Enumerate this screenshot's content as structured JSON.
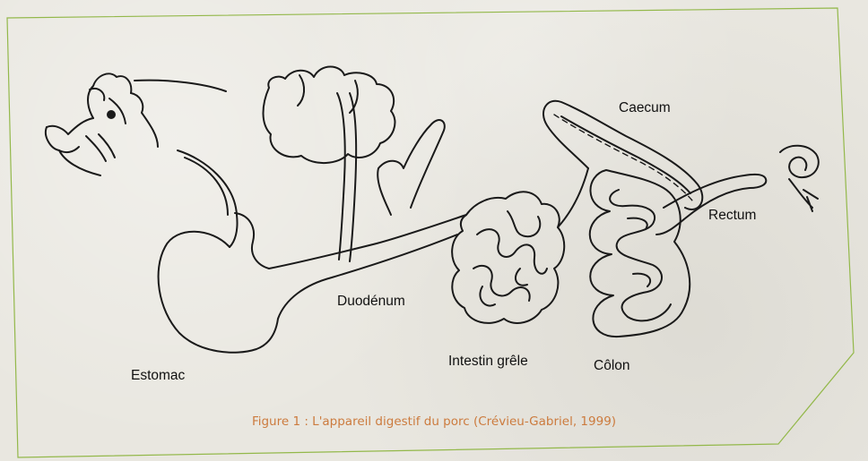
{
  "labels": {
    "caecum": "Caecum",
    "rectum": "Rectum",
    "duodenum": "Duodénum",
    "estomac": "Estomac",
    "intestin_grele": "Intestin grêle",
    "colon": "Côlon"
  },
  "caption": "Figure 1 : L'appareil digestif du porc (Crévieu-Gabriel, 1999)",
  "colors": {
    "frame_stroke": "#93b84a",
    "caption_text": "#cc7b3e",
    "line_art": "#1a1a1a",
    "background": "#e9e7e0"
  }
}
